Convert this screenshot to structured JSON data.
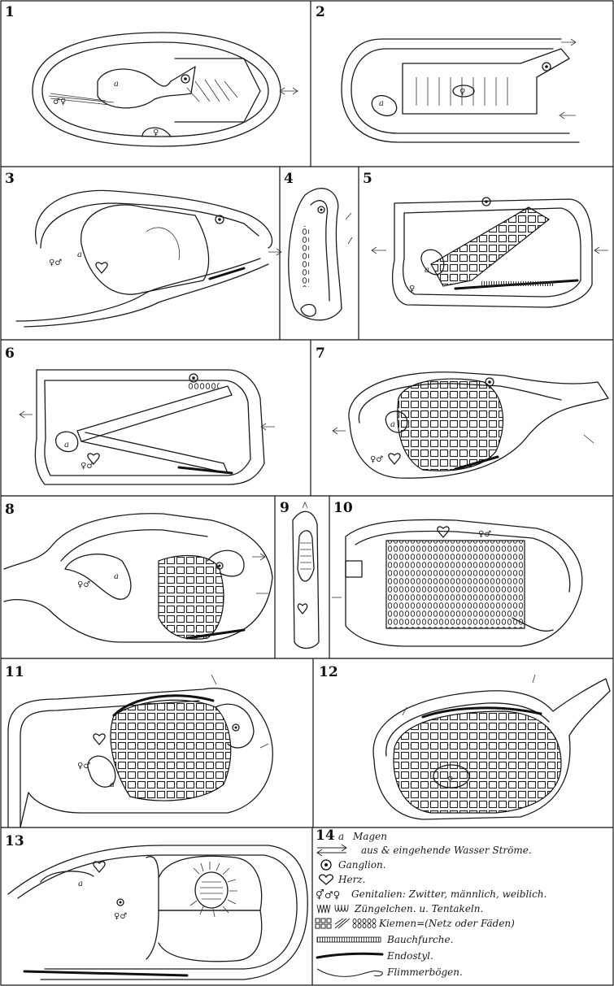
{
  "panels": [
    {
      "number": "1",
      "labels": [
        "a",
        "♂♀",
        "♀"
      ]
    },
    {
      "number": "2",
      "labels": [
        "a",
        "♀"
      ]
    },
    {
      "number": "3",
      "labels": [
        "a",
        "♀♂"
      ]
    },
    {
      "number": "4",
      "labels": []
    },
    {
      "number": "5",
      "labels": [
        "a",
        "♀"
      ]
    },
    {
      "number": "6",
      "labels": [
        "a",
        "♀♂"
      ]
    },
    {
      "number": "7",
      "labels": [
        "a",
        "♀♂"
      ]
    },
    {
      "number": "8",
      "labels": [
        "a",
        "♀♂"
      ]
    },
    {
      "number": "9",
      "labels": []
    },
    {
      "number": "10",
      "labels": [
        "♀♂"
      ]
    },
    {
      "number": "11",
      "labels": [
        "a",
        "♀♂"
      ]
    },
    {
      "number": "12",
      "labels": [
        "♀"
      ]
    },
    {
      "number": "13",
      "labels": [
        "a",
        "♀♂"
      ]
    }
  ],
  "legend": {
    "number": "14",
    "items": [
      {
        "symbol": "a",
        "text": "Magen"
      },
      {
        "symbol": "double-arrow-icon",
        "text": "aus & eingehende Wasser Ströme."
      },
      {
        "symbol": "ganglion-icon",
        "text": "Ganglion."
      },
      {
        "symbol": "heart-icon",
        "text": "Herz."
      },
      {
        "symbol": "gender-symbols-icon",
        "text": "Genitalien: Zwitter, männlich, weiblich."
      },
      {
        "symbol": "tentacle-icon",
        "text": "Züngelchen. u. Tentakeln."
      },
      {
        "symbol": "gill-net-icon",
        "text": "Kiemen=(Netz oder Fäden)"
      },
      {
        "symbol": "ventral-groove-icon",
        "text": "Bauchfurche."
      },
      {
        "symbol": "endostyle-icon",
        "text": "Endostyl."
      },
      {
        "symbol": "cilia-arc-icon",
        "text": "Flimmerbögen."
      }
    ]
  }
}
